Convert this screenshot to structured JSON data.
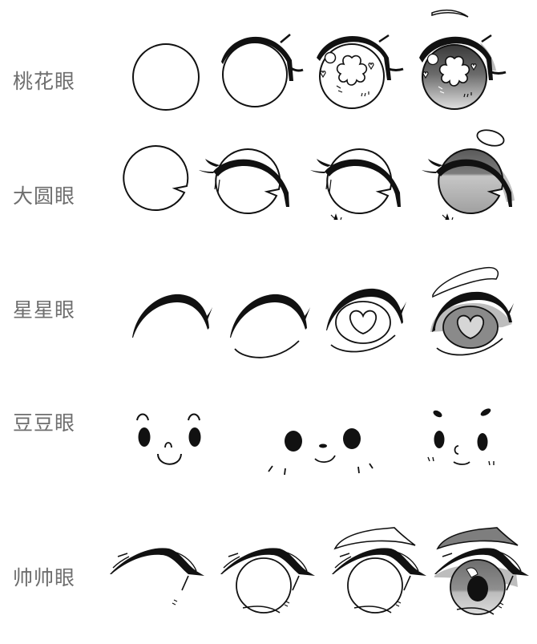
{
  "sheet": {
    "title": "Anime eye styles — step-by-step drawing guide",
    "background": "#ffffff",
    "ink_color": "#111111",
    "label_color": "#6e6e6e",
    "shade_colors": {
      "dark": "#5a5a5a",
      "mid": "#8c8c8c",
      "light": "#c8c8c8",
      "highlight": "#e8e8e8"
    }
  },
  "rows": [
    {
      "label": "桃花眼",
      "name": "peach-blossom-eyes",
      "stages": [
        "base circle",
        "circle with upper lash line",
        "iris with flower-shaped highlight, hearts and sparkles",
        "shaded iris with eyebrow stroke"
      ]
    },
    {
      "label": "大圆眼",
      "name": "big-round-eyes",
      "stages": [
        "circle with notch",
        "notched circle with lashes",
        "lashes with lower lash ticks",
        "shaded iris with oval eyebrow"
      ]
    },
    {
      "label": "星星眼",
      "name": "starry-eyes",
      "stages": [
        "upper lash arc",
        "lash arc with lower lid line",
        "iris ring with heart pupil",
        "shaded iris with eyebrow"
      ]
    },
    {
      "label": "豆豆眼",
      "name": "bean-eyes",
      "stages": [
        "bean eyes with brows, nose and smile",
        "bean eyes with blush marks",
        "bean eyes with brows, c-nose and blush"
      ]
    },
    {
      "label": "帅帅眼",
      "name": "handsome-eyes",
      "stages": [
        "upper lid stroke",
        "lid with iris circle",
        "lid, iris and eyebrow outline",
        "shaded iris with filled eyebrow and pupil"
      ]
    }
  ]
}
